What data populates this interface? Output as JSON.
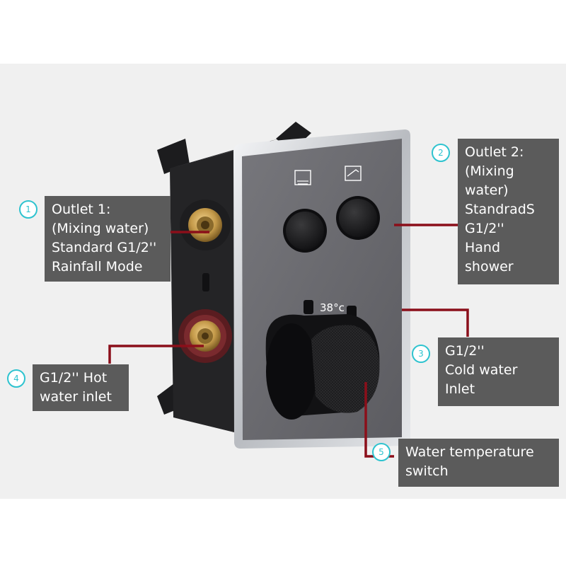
{
  "colors": {
    "callout_bg": "#5b5b5b",
    "badge_ring": "#2ec3cf",
    "leader_line": "#8b0f1a",
    "panel": "#6a6a6f",
    "frame": "#cfd2d6",
    "brass": "#c49a4a"
  },
  "panel_display": {
    "temperature": "38°c"
  },
  "callouts": [
    {
      "num": "1",
      "lines": [
        "Outlet 1:",
        "(Mixing water)",
        "Standard G1/2''",
        "Rainfall Mode"
      ]
    },
    {
      "num": "2",
      "lines": [
        "Outlet 2:",
        "(Mixing",
        "water)",
        "StandradS",
        "G1/2''",
        "Hand",
        "shower"
      ]
    },
    {
      "num": "3",
      "lines": [
        "G1/2''",
        "Cold water",
        "Inlet"
      ]
    },
    {
      "num": "4",
      "lines": [
        "G1/2'' Hot",
        "water inlet"
      ]
    },
    {
      "num": "5",
      "lines": [
        "Water temperature",
        "switch"
      ]
    }
  ]
}
